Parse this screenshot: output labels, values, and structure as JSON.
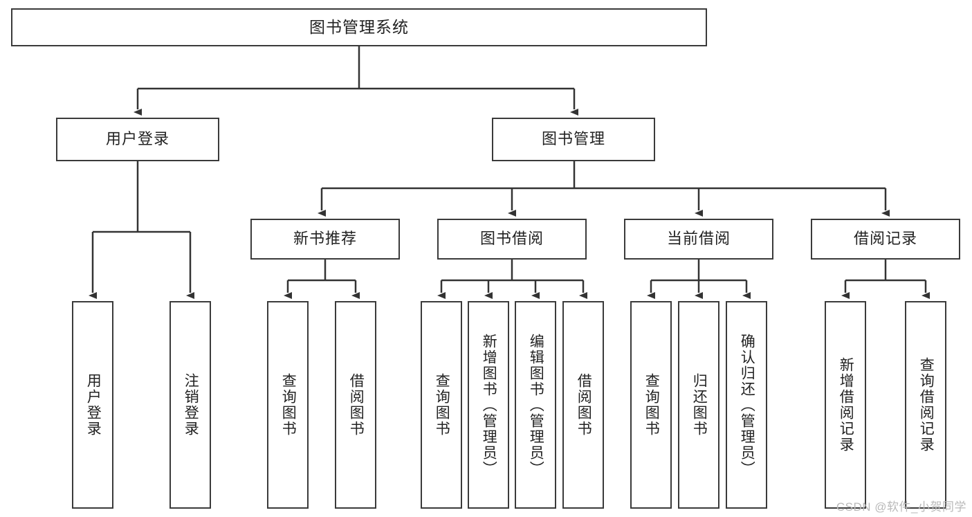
{
  "diagram": {
    "title": "图书管理系统",
    "type": "tree",
    "colors": {
      "box_border": "#3a3a3a",
      "box_fill": "#ffffff",
      "edge": "#333333",
      "text": "#222222",
      "watermark": "#b9b9b9",
      "background": "#ffffff"
    },
    "watermark": "CSDN @软件_小贺同学",
    "nodes": {
      "root": {
        "label": "图书管理系统",
        "level": 0,
        "orientation": "horizontal"
      },
      "user_login": {
        "label": "用户登录",
        "level": 1,
        "orientation": "horizontal"
      },
      "book_manage": {
        "label": "图书管理",
        "level": 1,
        "orientation": "horizontal"
      },
      "new_book_rec": {
        "label": "新书推荐",
        "level": 2,
        "orientation": "horizontal"
      },
      "book_borrow": {
        "label": "图书借阅",
        "level": 2,
        "orientation": "horizontal"
      },
      "current_borrow": {
        "label": "当前借阅",
        "level": 2,
        "orientation": "horizontal"
      },
      "borrow_record": {
        "label": "借阅记录",
        "level": 2,
        "orientation": "horizontal"
      },
      "leaf_user_login": {
        "label": "用户登录",
        "level": 2,
        "orientation": "vertical",
        "parent": "用户登录"
      },
      "leaf_logout": {
        "label": "注销登录",
        "level": 2,
        "orientation": "vertical",
        "parent": "用户登录"
      },
      "leaf_query_book_1": {
        "label": "查询图书",
        "level": 3,
        "orientation": "vertical",
        "parent": "新书推荐"
      },
      "leaf_borrow_book_1": {
        "label": "借阅图书",
        "level": 3,
        "orientation": "vertical",
        "parent": "新书推荐"
      },
      "leaf_query_book_2": {
        "label": "查询图书",
        "level": 3,
        "orientation": "vertical",
        "parent": "图书借阅"
      },
      "leaf_add_book": {
        "label": "新增图书（管理员）",
        "level": 3,
        "orientation": "vertical",
        "parent": "图书借阅"
      },
      "leaf_edit_book": {
        "label": "编辑图书（管理员）",
        "level": 3,
        "orientation": "vertical",
        "parent": "图书借阅"
      },
      "leaf_borrow_book_2": {
        "label": "借阅图书",
        "level": 3,
        "orientation": "vertical",
        "parent": "图书借阅"
      },
      "leaf_query_book_3": {
        "label": "查询图书",
        "level": 3,
        "orientation": "vertical",
        "parent": "当前借阅"
      },
      "leaf_return_book": {
        "label": "归还图书",
        "level": 3,
        "orientation": "vertical",
        "parent": "当前借阅"
      },
      "leaf_confirm_return": {
        "label": "确认归还（管理员）",
        "level": 3,
        "orientation": "vertical",
        "parent": "当前借阅"
      },
      "leaf_add_record": {
        "label": "新增借阅记录",
        "level": 3,
        "orientation": "vertical",
        "parent": "借阅记录"
      },
      "leaf_query_record": {
        "label": "查询借阅记录",
        "level": 3,
        "orientation": "vertical",
        "parent": "借阅记录"
      }
    }
  }
}
